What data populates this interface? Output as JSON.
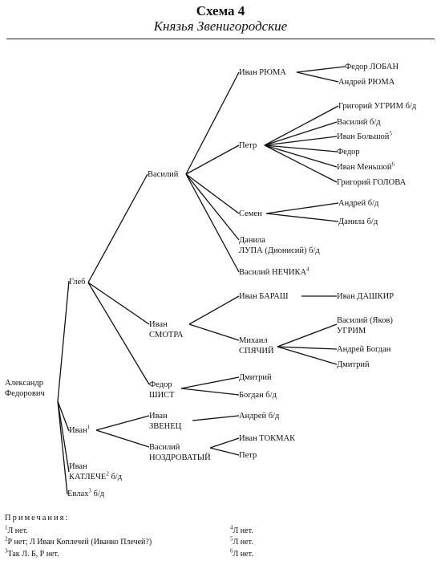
{
  "header": {
    "title": "Схема 4",
    "subtitle": "Князья Звенигородские"
  },
  "tree": {
    "aleksandr": {
      "line1": "Александр",
      "line2": "Федорович"
    },
    "gleb": "Глеб",
    "vasily": "Василий",
    "ivan_ryuma": "Иван РЮМА",
    "fedor_loban": "Федор ЛОБАН",
    "andrey_ryuma": "Андрей РЮМА",
    "petr": "Петр",
    "grigory_ugrim": "Григорий УГРИМ б/д",
    "vasily_bd": "Василий б/д",
    "ivan_bolshoy": "Иван Большой",
    "ivan_bolshoy_note": "5",
    "fedor": "Федор",
    "ivan_menshoy": "Иван Меньшой",
    "ivan_menshoy_note": "6",
    "grigory_golova": "Григорий ГОЛОВА",
    "semen": "Семен",
    "andrey_bd": "Андрей б/д",
    "danila_bd": "Данила б/д",
    "danila_lupa": {
      "line1": "Данила",
      "line2": "ЛУПА (Дионисий) б/д"
    },
    "vasily_nechika": "Василий НЕЧИКА",
    "vasily_nechika_note": "4",
    "ivan_smotra": {
      "line1": "Иван",
      "line2": "СМОТРА"
    },
    "ivan_barash": "Иван БАРАШ",
    "ivan_dashkir": "Иван ДАШКИР",
    "mikhail": {
      "line1": "Михаил",
      "line2": "СПЯЧИЙ"
    },
    "vasily_yakov": {
      "line1": "Василий (Яков)",
      "line2": "УГРИМ"
    },
    "andrey_bogdan": "Андрей Богдан",
    "dmitry_1": "Дмитрий",
    "fedor_shist": {
      "line1": "Федор",
      "line2": "ШИСТ"
    },
    "dmitry_2": "Дмитрий",
    "bogdan_bd": "Богдан б/д",
    "ivan1": "Иван",
    "ivan1_note": "1",
    "ivan_zvenets": {
      "line1": "Иван",
      "line2": "ЗВЕНЕЦ"
    },
    "andrey_bd2": "Андрей б/д",
    "vasily_nozdr": {
      "line1": "Василий",
      "line2": "НОЗДРОВАТЫЙ"
    },
    "ivan_tokmak": "Иван ТОКМАК",
    "petr2": "Петр",
    "ivan_katleche": {
      "line1": "Иван",
      "line2a": "КАТЛЕЧЕ",
      "note": "2",
      "line2b": " б/д"
    },
    "evlakh": {
      "name": "Евлах",
      "note": "3",
      "suffix": " б/д"
    }
  },
  "notes": {
    "heading": "Примечания:",
    "items": [
      {
        "num": "1",
        "text": "Л нет."
      },
      {
        "num": "2",
        "text": "Р нет;  Л Иван Коплечей (Иванко Плечей?)"
      },
      {
        "num": "3",
        "text": "Так Л. Б, Р нет."
      },
      {
        "num": "4",
        "text": "Л нет."
      },
      {
        "num": "5",
        "text": "Л нет."
      },
      {
        "num": "6",
        "text": "Л нет."
      }
    ]
  }
}
